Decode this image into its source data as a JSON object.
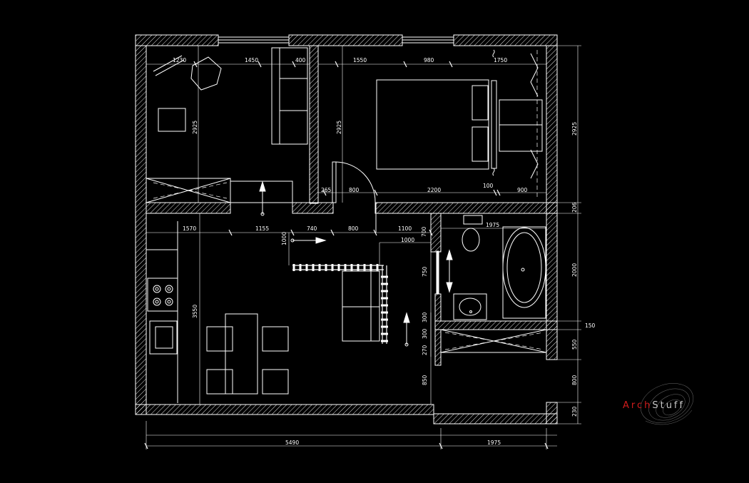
{
  "colors": {
    "background": "#000000",
    "line": "#ffffff",
    "watermark_primary": "#d01c1c",
    "watermark_secondary": "#c8c8c8"
  },
  "watermark": {
    "part1": "Arch",
    "part2": "Stuff"
  },
  "dimensions": {
    "top_room1_1230": "1230",
    "top_room1_1450": "1450",
    "top_room1_400": "400",
    "top_room2_1550": "1550",
    "top_room2_980": "980",
    "top_room2_1750": "1750",
    "room1_height": "2925",
    "room2_height": "2925",
    "right_top_height": "2925",
    "bed_265": "265",
    "bed_800": "800",
    "bed_2200": "2200",
    "bed_100": "100",
    "bed_900": "900",
    "wall_206": "206",
    "mid_1570": "1570",
    "mid_1155": "1155",
    "mid_740": "740",
    "mid_800": "800",
    "mid_1100": "1100",
    "mid_700": "700",
    "mid_1000_v": "1000",
    "mid_1000_h": "1000",
    "bath_1975": "1975",
    "bath_750": "750",
    "bath_2000": "2000",
    "right_150": "150",
    "right_550": "550",
    "right_800": "800",
    "right_230": "230",
    "kitchen_3550": "3550",
    "stair_300a": "300",
    "stair_300b": "300",
    "stair_270": "270",
    "lower_850": "850",
    "total_5490": "5490",
    "total_1975": "1975"
  }
}
